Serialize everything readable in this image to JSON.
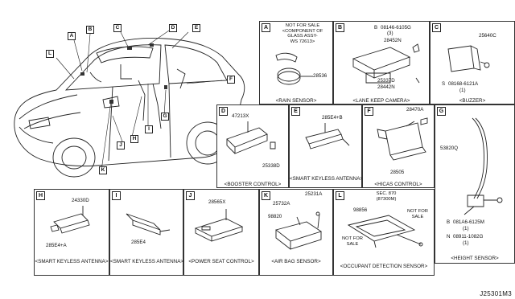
{
  "overview": {
    "callouts": [
      "A",
      "B",
      "C",
      "D",
      "E",
      "F",
      "G",
      "H",
      "I",
      "J",
      "K",
      "L"
    ]
  },
  "panels": {
    "A": {
      "tag": "A",
      "note": [
        "NOT FOR SALE",
        "<COMPONENT OF",
        "GLASS ASSY-",
        "WS 72613>"
      ],
      "parts": [
        "28536"
      ],
      "caption": "<RAIN SENSOR>"
    },
    "B": {
      "tag": "B",
      "parts": [
        "08146-6105G",
        "(3)",
        "28452N",
        "25337D",
        "28442N"
      ],
      "caption": "<LANE KEEP CAMERA>"
    },
    "C": {
      "tag": "C",
      "parts": [
        "25640C",
        "08168-6121A",
        "(1)"
      ],
      "caption": "<BUZZER>"
    },
    "D": {
      "tag": "D",
      "parts": [
        "47213X",
        "25338D"
      ],
      "caption": "<BOOSTER CONTROL>"
    },
    "E": {
      "tag": "E",
      "parts": [
        "285E4+B"
      ],
      "caption": "<SMART KEYLESS ANTENNA>"
    },
    "F": {
      "tag": "F",
      "parts": [
        "28470A",
        "28505"
      ],
      "caption": "<HICAS CONTROL>"
    },
    "G": {
      "tag": "G",
      "parts": [
        "53820Q",
        "081A6-6125M",
        "(1)",
        "08911-1082G",
        "(1)"
      ],
      "caption": "<HEIGHT SENSOR>"
    },
    "H": {
      "tag": "H",
      "parts": [
        "24330D",
        "285E4+A"
      ],
      "caption": "<SMART KEYLESS ANTENNA>"
    },
    "I": {
      "tag": "I",
      "parts": [
        "285E4"
      ],
      "caption": "<SMART KEYLESS ANTENNA>"
    },
    "J": {
      "tag": "J",
      "parts": [
        "28565X"
      ],
      "caption": "<POWER SEAT CONTROL>"
    },
    "K": {
      "tag": "K",
      "parts": [
        "25231A",
        "25732A",
        "98820"
      ],
      "caption": "<AIR BAG SENSOR>"
    },
    "L": {
      "tag": "L",
      "note": [
        "SEC. 870",
        "(87300M)"
      ],
      "parts": [
        "98856"
      ],
      "nfs": [
        "NOT FOR",
        "SALE",
        "NOT FOR",
        "SALE"
      ],
      "caption": "<OCCUPANT DETECTION SENSOR>"
    }
  },
  "markers": {
    "S": "S",
    "N": "N",
    "B": "B"
  },
  "doc_id": "J25301M3"
}
